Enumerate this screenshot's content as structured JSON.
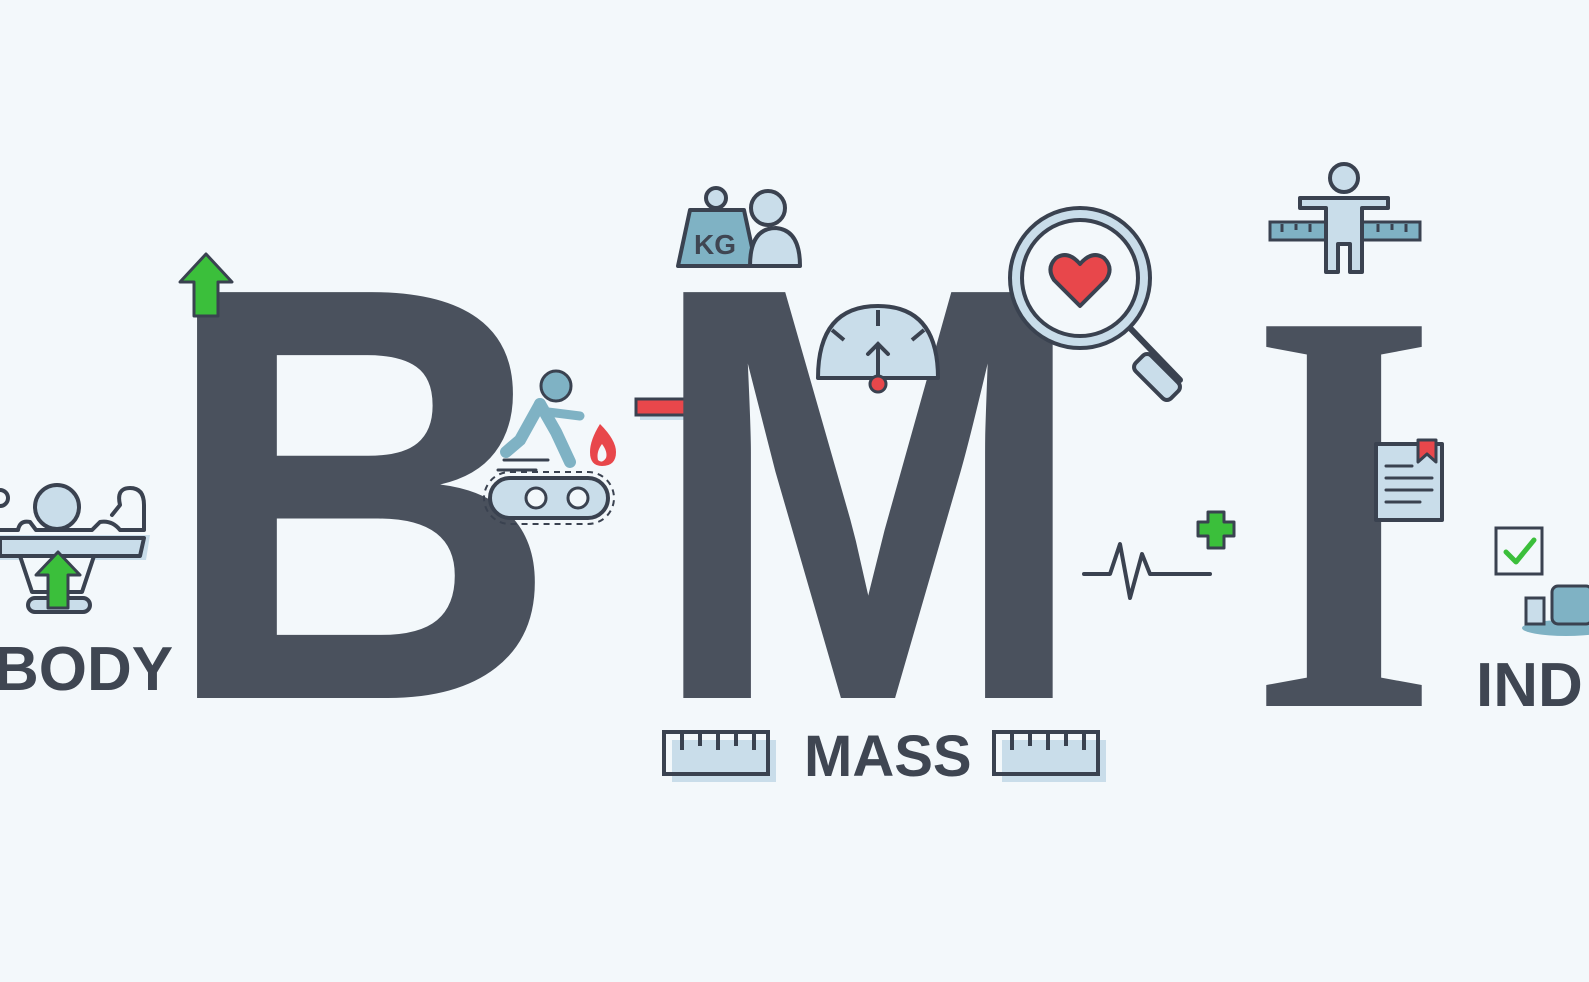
{
  "letters": {
    "b": "B",
    "m": "M",
    "i": "I"
  },
  "words": {
    "body": "BODY",
    "mass": "MASS",
    "index": "IND"
  },
  "weight_label": "KG",
  "colors": {
    "background": "#f3f8fb",
    "letter": "#4a515d",
    "icon_outline": "#3a4250",
    "icon_fill": "#c9ddea",
    "icon_teal": "#7fb2c4",
    "accent_green": "#3bbf3b",
    "accent_red": "#e8474b"
  },
  "icons": [
    "flexing-person-icon",
    "arrow-up-icon",
    "treadmill-runner-icon",
    "flame-icon",
    "minus-bar-icon",
    "weight-kg-icon",
    "person-icon",
    "scale-gauge-icon",
    "magnifier-heart-icon",
    "heartbeat-line-icon",
    "plus-icon",
    "ruler-person-icon",
    "clipboard-document-icon",
    "checkbox-icon",
    "ruler-icon"
  ]
}
